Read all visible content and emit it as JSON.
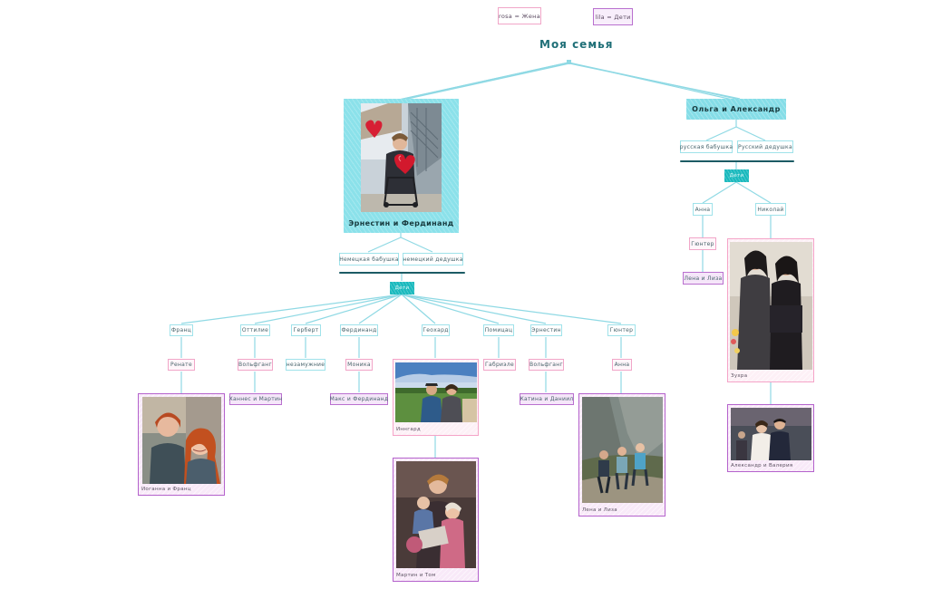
{
  "legend": {
    "spouse": "rosa = Жена",
    "children": "lila = Дети"
  },
  "title": "Моя семья",
  "left": {
    "parents_label": "Эрнестин и Фердинанд",
    "grandma": "Немецкая бабушка",
    "grandpa": "немецкий дедушка",
    "kids_badge": "Дети",
    "children": [
      {
        "name": "Франц",
        "spouse": "Ренате",
        "family": "Иоганна и Франц"
      },
      {
        "name": "Оттилие",
        "spouse": "Вольфганг",
        "family": "Ханнес и Мартин"
      },
      {
        "name": "Герберт",
        "spouse": "незамужние"
      },
      {
        "name": "Фердинанд",
        "spouse": "Моника",
        "family": "Макс и Фердинанд"
      },
      {
        "name": "Геохард",
        "spouse": "Иннгард",
        "family": "Мартин и Том"
      },
      {
        "name": "Помицац",
        "spouse": "Габриэле"
      },
      {
        "name": "Эрнестин",
        "spouse": "Вольфганг",
        "family": "Катина и Даниил"
      },
      {
        "name": "Гюнтер",
        "spouse": "Анна",
        "family": "Лена и Лиза"
      }
    ]
  },
  "right": {
    "parents_label": "Ольга и Александр",
    "grandma": "русская бабушка",
    "grandpa": "Русский дедушка",
    "kids_badge": "Дети",
    "children": [
      {
        "name": "Анна",
        "spouse": "Гюнтер",
        "family": "Лена и Лиза"
      },
      {
        "name": "Николай",
        "spouse": "Зухра",
        "family": "Александр и Валерия"
      }
    ]
  },
  "colors": {
    "child_border": "#9fe2ea",
    "spouse_border": "#f1a6c8",
    "family_border": "#b970cf",
    "kids_badge": "#18b9bd",
    "parent_fill": "#8be1ea",
    "connector": "#8fd9e4",
    "title": "#1f6f77"
  },
  "icons": {
    "photos": [
      "photo-grandparents",
      "photo-johanna-franz",
      "photo-ingard",
      "photo-martin-tom",
      "photo-lena-lisa-mountains",
      "photo-zuhra",
      "photo-alexander-valeria"
    ]
  }
}
